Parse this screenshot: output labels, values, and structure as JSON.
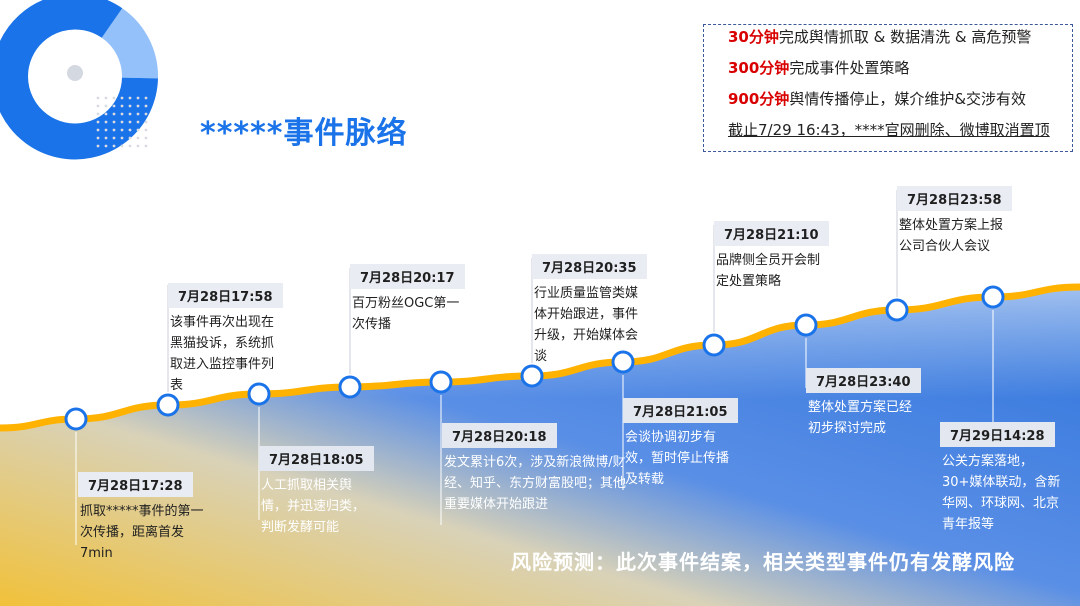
{
  "title": "*****事件脉络",
  "summary": {
    "line1_hl": "30分钟",
    "line1_rest": "完成舆情抓取 & 数据清洗 & 高危预警",
    "line2_hl": "300分钟",
    "line2_rest": "完成事件处置策略",
    "line3_hl": "900分钟",
    "line3_rest": "舆情传播停止，媒介维护&交涉有效",
    "line4": "截止7/29 16:43，****官网删除、微博取消置顶"
  },
  "events": [
    {
      "date": "7月28日17:28",
      "desc": "抓取*****事件的第一次传播，距离首发7min"
    },
    {
      "date": "7月28日17:58",
      "desc": "该事件再次出现在黑猫投诉，系统抓取进入监控事件列表"
    },
    {
      "date": "7月28日18:05",
      "desc": "人工抓取相关舆情，并迅速归类，判断发酵可能"
    },
    {
      "date": "7月28日20:17",
      "desc": "百万粉丝OGC第一次传播"
    },
    {
      "date": "7月28日20:18",
      "desc": "发文累计6次，涉及新浪微博/财经、知乎、东方财富股吧；其他重要媒体开始跟进"
    },
    {
      "date": "7月28日20:35",
      "desc": "行业质量监管类媒体开始跟进，事件升级，开始媒体会谈"
    },
    {
      "date": "7月28日21:05",
      "desc": "会谈协调初步有效，暂时停止传播及转载"
    },
    {
      "date": "7月28日21:10",
      "desc": "品牌侧全员开会制定处置策略"
    },
    {
      "date": "7月28日23:40",
      "desc": "整体处置方案已经初步探讨完成"
    },
    {
      "date": "7月28日23:58",
      "desc": "整体处置方案上报公司合伙人会议"
    },
    {
      "date": "7月29日14:28",
      "desc": "公关方案落地，30+媒体联动，含新华网、环球网、北京青年报等"
    }
  ],
  "risk": "风险预测：此次事件结案，相关类型事件仍有发酵风险",
  "colors": {
    "title": "#1a73e8",
    "highlight": "#d90000",
    "ribbon": "#ffb300",
    "area_blue": "#3a7be0",
    "area_yellow": "#f1c13a",
    "node_border": "#1a73e8"
  }
}
